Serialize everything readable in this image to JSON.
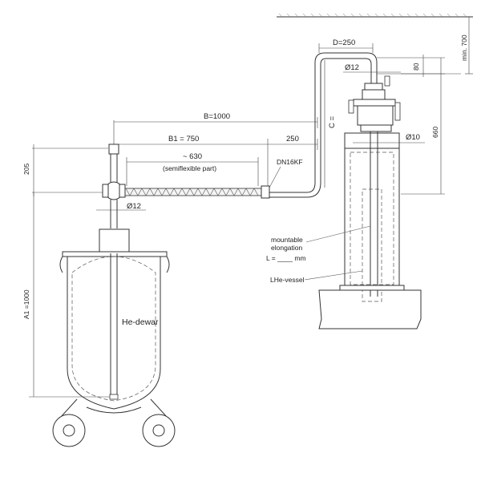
{
  "diagram": {
    "dimensions": {
      "d": "D=250",
      "min": "min. 700",
      "dia12_top": "Ø12",
      "eighty": "80",
      "b": "B=1000",
      "c": "C =",
      "b1": "B1 = 750",
      "d250": "250",
      "dia10": "Ø10",
      "h660": "660",
      "h205": "205",
      "approx630": "~ 630",
      "dn16kf": "DN16KF",
      "dia12_left": "Ø12",
      "a1": "A1 =1000"
    },
    "labels": {
      "semiflexible": "(semiflexible part)",
      "mountable1": "mountable",
      "mountable2": "elongation",
      "length": "L = ____ mm",
      "lhe_vessel": "LHe-vessel",
      "he_dewar": "He-dewar"
    }
  }
}
